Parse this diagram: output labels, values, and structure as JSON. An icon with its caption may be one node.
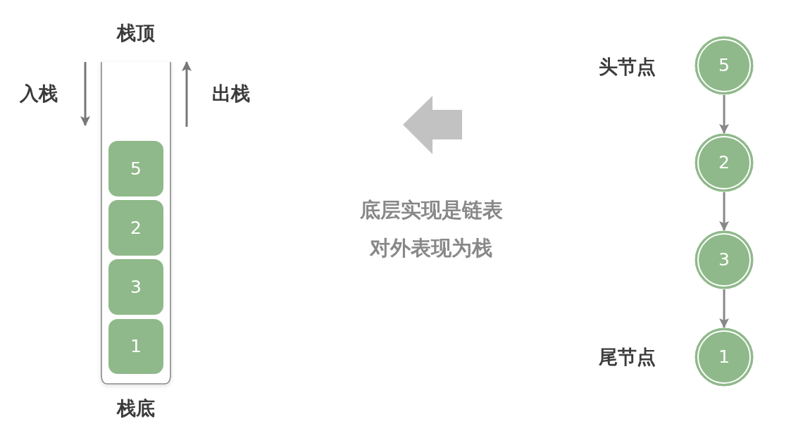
{
  "diagram": {
    "nodes": [
      {
        "text": [
          "栈顶",
          "栈底"
        ]
      },
      {
        "text": [
          "5"
        ],
        "in": 0
      },
      {
        "text": [
          "2"
        ],
        "in": 0
      },
      {
        "text": [
          "3"
        ],
        "in": 0
      },
      {
        "text": [
          "1"
        ],
        "in": 0
      },
      {
        "text": [
          "5"
        ],
        "beside": [
          "头节点"
        ]
      },
      {
        "text": [
          "2"
        ]
      },
      {
        "text": [
          "3"
        ]
      },
      {
        "text": [
          "1"
        ],
        "beside": [
          "尾节点"
        ]
      }
    ],
    "edges": [
      {
        "from": 5,
        "to": 6,
        "arrow": "to"
      },
      {
        "from": 6,
        "to": 7,
        "arrow": "to"
      },
      {
        "from": 7,
        "to": 8,
        "arrow": "to"
      }
    ],
    "labels": [
      "入栈",
      "出栈",
      "底层实现是链表对外表现为栈"
    ]
  }
}
